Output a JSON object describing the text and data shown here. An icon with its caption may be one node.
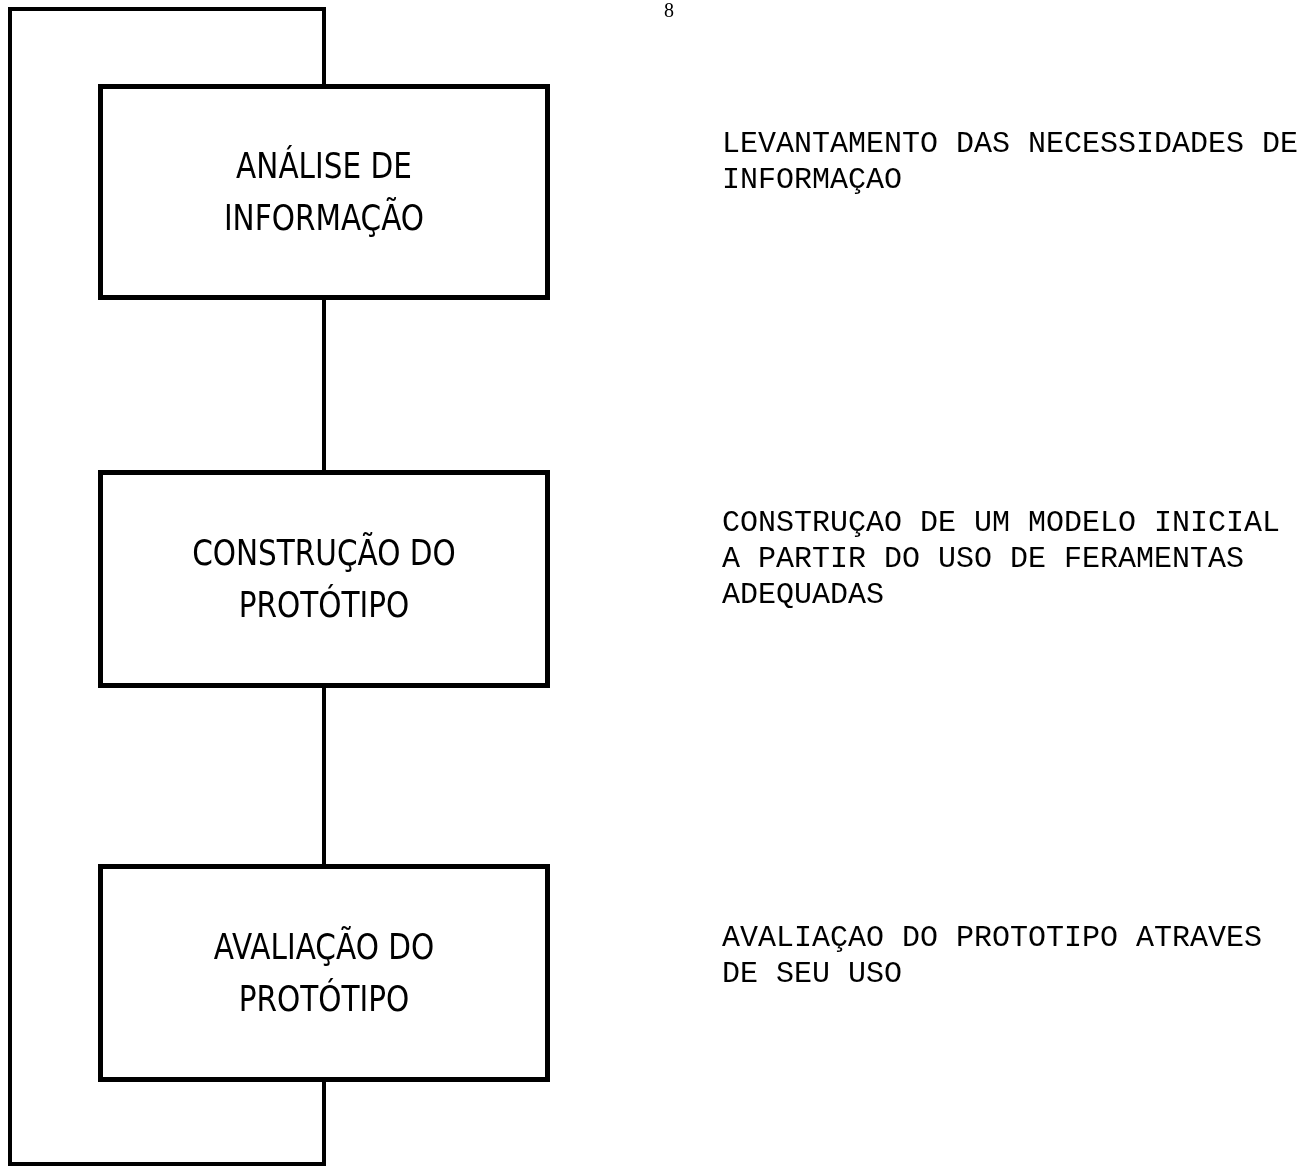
{
  "diagram": {
    "nodes": [
      {
        "text": [
          "ANÁLISE DE INFORMAÇÃO"
        ]
      },
      {
        "text": [
          "CONSTRUÇÃO DO PROTÓTIPO"
        ]
      },
      {
        "text": [
          "AVALIAÇÃO DO PROTÓTIPO"
        ]
      }
    ],
    "edges": [
      {
        "from": 0,
        "to": 1,
        "arrow": "none"
      },
      {
        "from": 1,
        "to": 2,
        "arrow": "none"
      },
      {
        "from": 2,
        "to": 0,
        "arrow": "none"
      }
    ],
    "labels": [
      "8",
      "LEVANTAMENTO DAS NECESSIDADES DE INFORMAÇAO",
      "CONSTRUÇAO DE UM MODELO INICIAL A PARTIR DO USO DE FERAMENTAS ADEQUADAS",
      "AVALIAÇAO DO PROTOTIPO ATRAVES DE SEU USO"
    ]
  }
}
